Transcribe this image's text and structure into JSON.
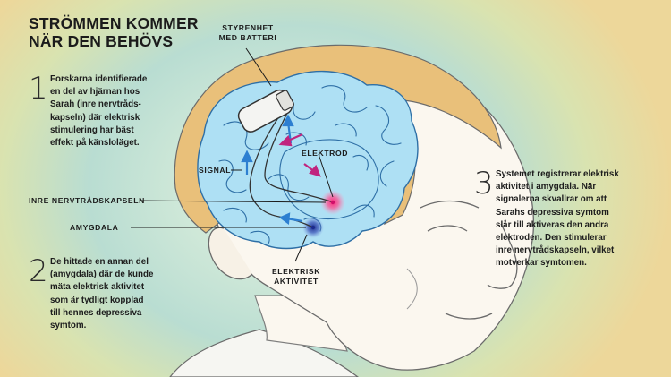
{
  "title": {
    "line1": "STRÖMMEN KOMMER",
    "line2": "NÄR DEN BEHÖVS"
  },
  "steps": [
    {
      "number": "1",
      "lines": [
        "Forskarna identifierade",
        "en del av hjärnan hos",
        "Sarah (inre nervtråds-",
        "kapseln) där elektrisk",
        "stimulering har bäst",
        "effekt på känsloläget."
      ]
    },
    {
      "number": "2",
      "lines": [
        "De hittade en annan del",
        "(amygdala) där de kunde",
        "mäta elektrisk aktivitet",
        "som är tydligt kopplad",
        "till hennes depressiva",
        "symtom."
      ]
    },
    {
      "number": "3",
      "lines": [
        "Systemet registrerar elektrisk",
        "aktivitet i amygdala. När",
        "signalerna skvallrar om att",
        "Sarahs depressiva symtom",
        "slår till aktiveras den andra",
        "elektroden. Den stimulerar",
        "inre nervtrådskapseln, vilket",
        "motverkar symtomen."
      ]
    }
  ],
  "labels": {
    "control_unit": [
      "STYRENHET",
      "MED BATTERI"
    ],
    "signal": "SIGNAL",
    "electrode": "ELEKTROD",
    "internal_capsule": "INRE NERVTRÅDSKAPSELN",
    "amygdala": "AMYGDALA",
    "activity": [
      "ELEKTRISK",
      "AKTIVITET"
    ]
  },
  "colors": {
    "skin": "#fbf7ef",
    "hair": "#e9c07a",
    "brain": "#aee0f4",
    "brain_line": "#2e6fa6",
    "stim_accent": "#e0247a",
    "activity_accent": "#263e9c",
    "arrow_blue": "#2d7fd1",
    "arrow_magenta": "#c0247e"
  }
}
